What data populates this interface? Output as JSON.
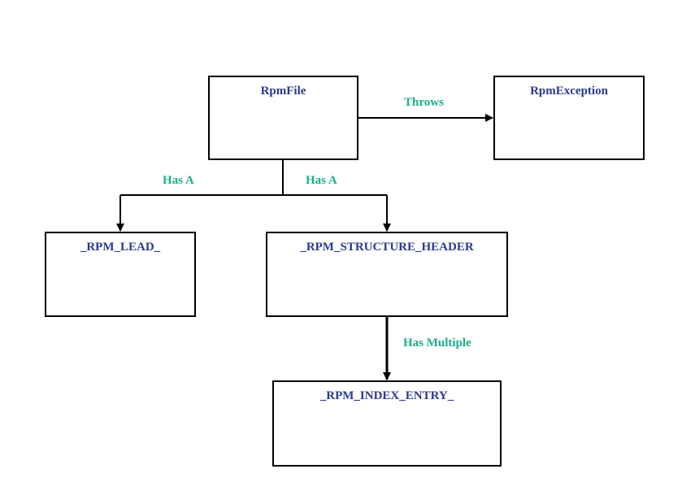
{
  "diagram": {
    "colors": {
      "node_text": "#2b3990",
      "edge_label": "#1aae8a",
      "line": "#000000"
    },
    "nodes": {
      "rpmfile": {
        "label": "RpmFile"
      },
      "rpmexception": {
        "label": "RpmException"
      },
      "lead": {
        "label": "_RPM_LEAD_"
      },
      "structure_header": {
        "label": "_RPM_STRUCTURE_HEADER"
      },
      "index_entry": {
        "label": "_RPM_INDEX_ENTRY_"
      }
    },
    "edges": {
      "throws": {
        "from": "RpmFile",
        "to": "RpmException",
        "label": "Throws"
      },
      "has_a_lead": {
        "from": "RpmFile",
        "to": "_RPM_LEAD_",
        "label": "Has A"
      },
      "has_a_header": {
        "from": "RpmFile",
        "to": "_RPM_STRUCTURE_HEADER",
        "label": "Has A"
      },
      "has_multiple": {
        "from": "_RPM_STRUCTURE_HEADER",
        "to": "_RPM_INDEX_ENTRY_",
        "label": "Has Multiple"
      }
    }
  }
}
